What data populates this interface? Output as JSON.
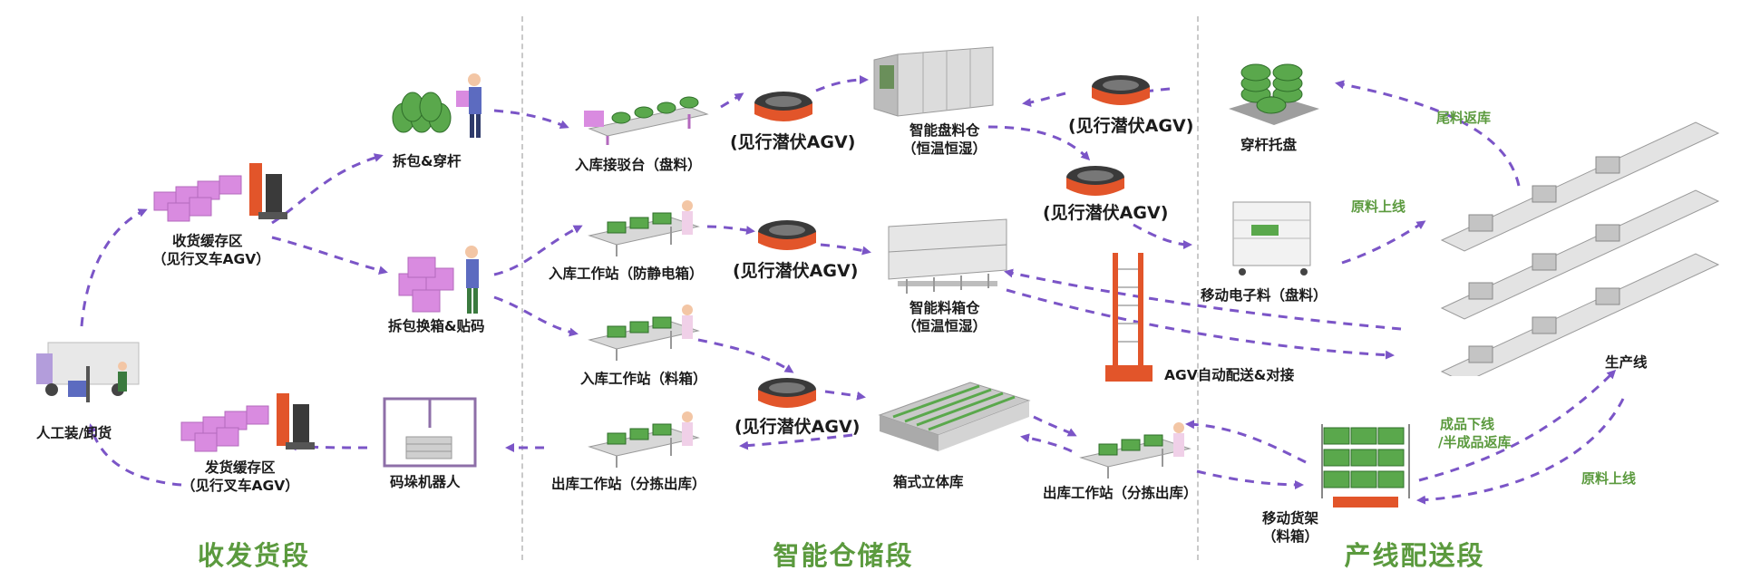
{
  "sections": {
    "receiving": "收发货段",
    "storage": "智能仓储段",
    "production": "产线配送段"
  },
  "nodes": {
    "manual_loading": "人工装/卸货",
    "receiving_buffer": {
      "line1": "收货缓存区",
      "line2": "（见行叉车AGV）"
    },
    "shipping_buffer": {
      "line1": "发货缓存区",
      "line2": "（见行叉车AGV）"
    },
    "unpack_threading": "拆包&穿杆",
    "unpack_rebox": "拆包换箱&贴码",
    "palletizing_robot": "码垛机器人",
    "inbound_reel_station": "入库接驳台（盘料）",
    "inbound_esd_station": "入库工作站（防静电箱）",
    "inbound_bin_station": "入库工作站（料箱）",
    "outbound_station_left": "出库工作站（分拣出库）",
    "smart_reel_warehouse": {
      "line1": "智能盘料仓",
      "line2": "（恒温恒湿）"
    },
    "smart_bin_warehouse": {
      "line1": "智能料箱仓",
      "line2": "（恒温恒湿）"
    },
    "box_asrs": "箱式立体库",
    "threaded_tray": "穿杆托盘",
    "mobile_electronic": "移动电子料（盘料）",
    "agv_dock": "AGV自动配送&对接",
    "outbound_station_right": "出库工作站（分拣出库）",
    "mobile_shelf": {
      "line1": "移动货架",
      "line2": "（料箱）"
    },
    "production_line": "生产线"
  },
  "agv_labels": {
    "agv1": "(见行潜伏AGV)",
    "agv2": "(见行潜伏AGV)",
    "agv3": "(见行潜伏AGV)",
    "agv4": "(见行潜伏AGV)",
    "agv5": "(见行潜伏AGV)"
  },
  "flow_labels": {
    "tail_return": "尾料返库",
    "raw_online_top": "原料上线",
    "finished_offline": "成品下线",
    "semi_return": "/半成品返库",
    "raw_online_bottom": "原料上线"
  },
  "colors": {
    "flow_arrow": "#7b55c7",
    "section_title": "#5b9a3e",
    "box_pink": "#d98be0",
    "bin_green": "#5aa84c",
    "agv_orange": "#e2552a",
    "divider": "#c9c9c9"
  }
}
